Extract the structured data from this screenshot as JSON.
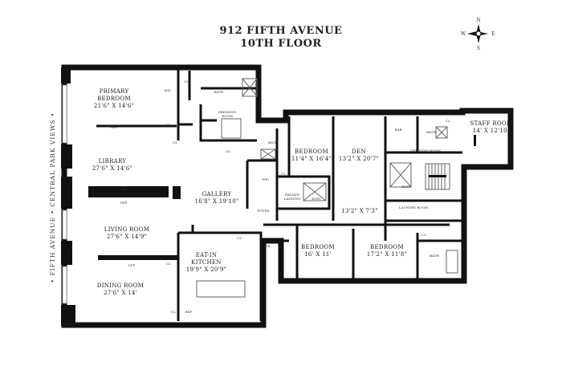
{
  "header": {
    "line1": "912 FIFTH AVENUE",
    "line2": "10TH FLOOR"
  },
  "compass": {
    "n": "N",
    "s": "S",
    "e": "E",
    "w": "W"
  },
  "side_label": "• FIFTH AVENUE • CENTRAL PARK VIEWS •",
  "rooms": {
    "primary_bedroom": {
      "name1": "PRIMARY",
      "name2": "BEDROOM",
      "dims": "21'6\" X 14'6\""
    },
    "library": {
      "name": "LIBRARY",
      "dims": "27'6\" X 14'6\""
    },
    "living_room": {
      "name": "LIVING ROOM",
      "dims": "27'6\" X 14'9\""
    },
    "dining_room": {
      "name": "DINING ROOM",
      "dims": "27'6\" X 14'"
    },
    "gallery": {
      "name": "GALLERY",
      "dims": "16'8\" X 19'10\""
    },
    "kitchen": {
      "name1": "EAT-IN",
      "name2": "KITCHEN",
      "dims": "19'9\" X 20'9\""
    },
    "bedroom_a": {
      "name": "BEDROOM",
      "dims": "11'4\" X 16'4\""
    },
    "den": {
      "name": "DEN",
      "dims": "13'2\" X 20'7\"",
      "dims2": "13'2\" X 7'3\""
    },
    "staff_room": {
      "name": "STAFF ROOM",
      "dims": "14' X 12'10\""
    },
    "bedroom_b": {
      "name": "BEDROOM",
      "dims": "16' X 11'"
    },
    "bedroom_c": {
      "name": "BEDROOM",
      "dims": "17'2\" X 11'8\""
    }
  },
  "small_labels": {
    "wic": "WIC",
    "bath": "BATH",
    "dressing1": "DRESSING",
    "dressing2": "ROOM",
    "dressing_room": "DRESSING ROOM",
    "laundry": "LAUNDRY ROOM",
    "cl": "CL",
    "gfp": "GFP",
    "elev": "ELEV",
    "private1": "PRIVATE",
    "private2": "LANDING",
    "foyer": "FOYER",
    "pr": "P.R.",
    "bar": "BAR",
    "ref": "REF"
  }
}
